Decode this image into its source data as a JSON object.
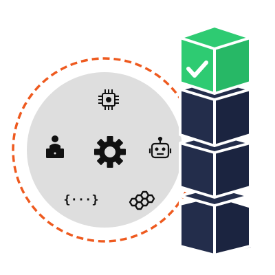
{
  "colors": {
    "background": "#ffffff",
    "dashed_ring": "#ee5a1f",
    "disc": "#dedede",
    "icon": "#111111",
    "cube_dark_front": "#232d4b",
    "cube_dark_side": "#1b2440",
    "cube_green_front": "#2ecb72",
    "cube_green_side": "#27b866",
    "outline": "#ffffff"
  },
  "circle_icons": [
    "circuit-chip-icon",
    "person-at-laptop-icon",
    "gear-icon",
    "robot-icon",
    "curly-braces-code-icon",
    "honeycomb-icon"
  ],
  "code_icon_text": "{···}",
  "cube_stack": [
    {
      "state": "complete",
      "icon": "checkmark-icon"
    },
    {
      "state": "pending"
    },
    {
      "state": "pending"
    },
    {
      "state": "pending"
    }
  ]
}
